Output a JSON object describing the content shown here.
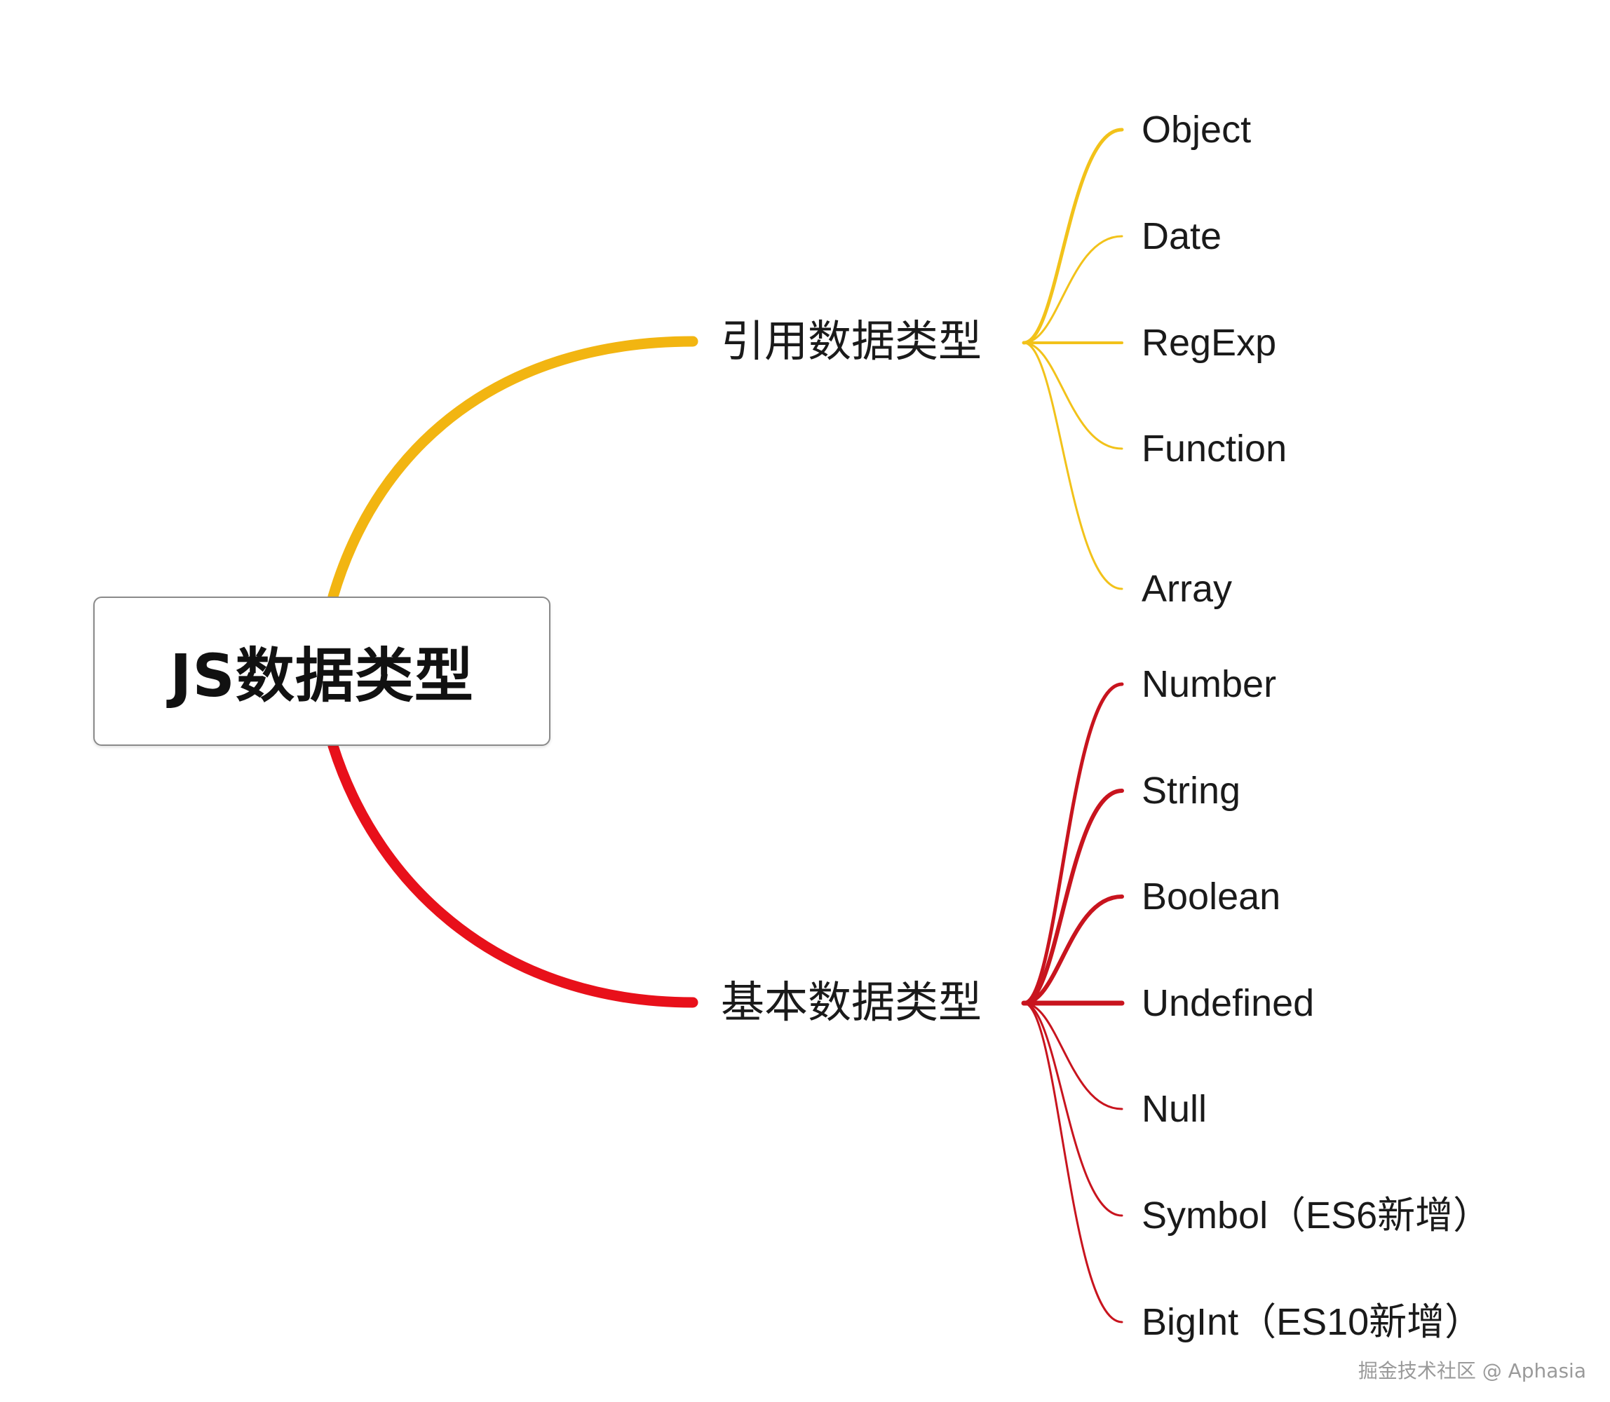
{
  "root": {
    "label": "JS数据类型"
  },
  "branches": [
    {
      "label": "引用数据类型",
      "color": "#f2b511",
      "leaf_color": "#f2c21a",
      "leaves": [
        "Object",
        "Date",
        "RegExp",
        "Function",
        "Array"
      ]
    },
    {
      "label": "基本数据类型",
      "color": "#e8101a",
      "leaf_color": "#c8141e",
      "leaves": [
        "Number",
        "String",
        "Boolean",
        "Undefined",
        "Null",
        "Symbol（ES6新增）",
        "BigInt（ES10新增）"
      ]
    }
  ],
  "watermark": "掘金技术社区 @ Aphasia"
}
